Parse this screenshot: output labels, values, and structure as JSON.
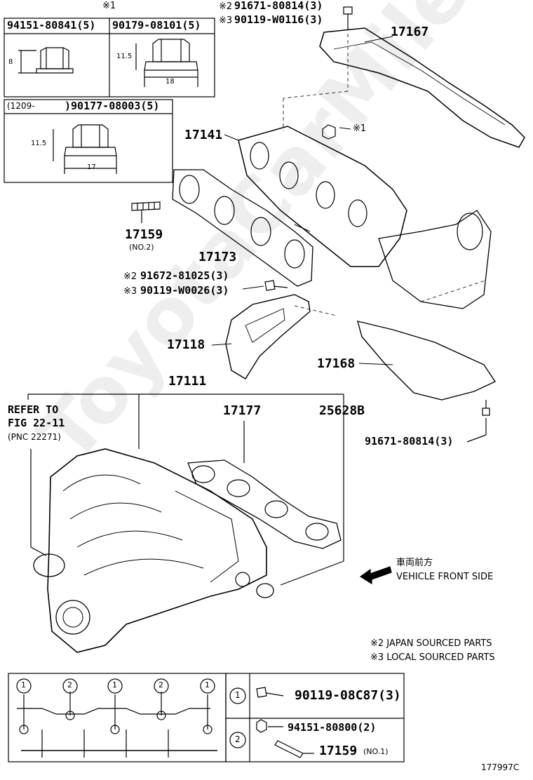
{
  "watermark": "ToyotaCarMile.ru",
  "top_mark": "※1",
  "nut_table": {
    "nut1": {
      "part_no": "94151-80841(5)",
      "height": "8"
    },
    "nut2": {
      "part_no": "90179-08101(5)",
      "height": "11.5",
      "width": "18"
    },
    "nut3": {
      "date": "(1209-",
      "part_no": ")90177-08003(5)",
      "height": "11.5",
      "width": "17"
    }
  },
  "bolt_top": {
    "line1_mark": "※2",
    "line1_pn": "91671-80814(3)",
    "line2_mark": "※3",
    "line2_pn": "90119-W0116(3)"
  },
  "parts": {
    "p17167": "17167",
    "p17141": "17141",
    "nut_mark": "※1",
    "p17159": "17159",
    "p17159_note": "(NO.2)",
    "p17173": "17173",
    "bolt_mid_l1_mark": "※2",
    "bolt_mid_l1_pn": "91672-81025(3)",
    "bolt_mid_l2_mark": "※3",
    "bolt_mid_l2_pn": "90119-W0026(3)",
    "p17118": "17118",
    "p17168": "17168",
    "p17111": "17111",
    "p17177": "17177",
    "p25628B": "25628B",
    "bolt_right": "91671-80814(3)",
    "refer_l1": "REFER TO",
    "refer_l2": "FIG 22-11",
    "refer_l3": "(PNC 22271)"
  },
  "direction": {
    "jp": "車両前方",
    "en": "VEHICLE FRONT SIDE"
  },
  "footnotes": {
    "f2": "※2 JAPAN SOURCED PARTS",
    "f3": "※3 LOCAL SOURCED PARTS"
  },
  "legend": {
    "marker1": "1",
    "marker2": "2",
    "pos_labels": [
      "1",
      "2",
      "1",
      "2",
      "1"
    ],
    "row1_pn": "90119-08C87(3)",
    "row2_pn1": "94151-80800(2)",
    "row2_pn2": "17159",
    "row2_note": "(NO.1)"
  },
  "diagram_id": "177997C"
}
